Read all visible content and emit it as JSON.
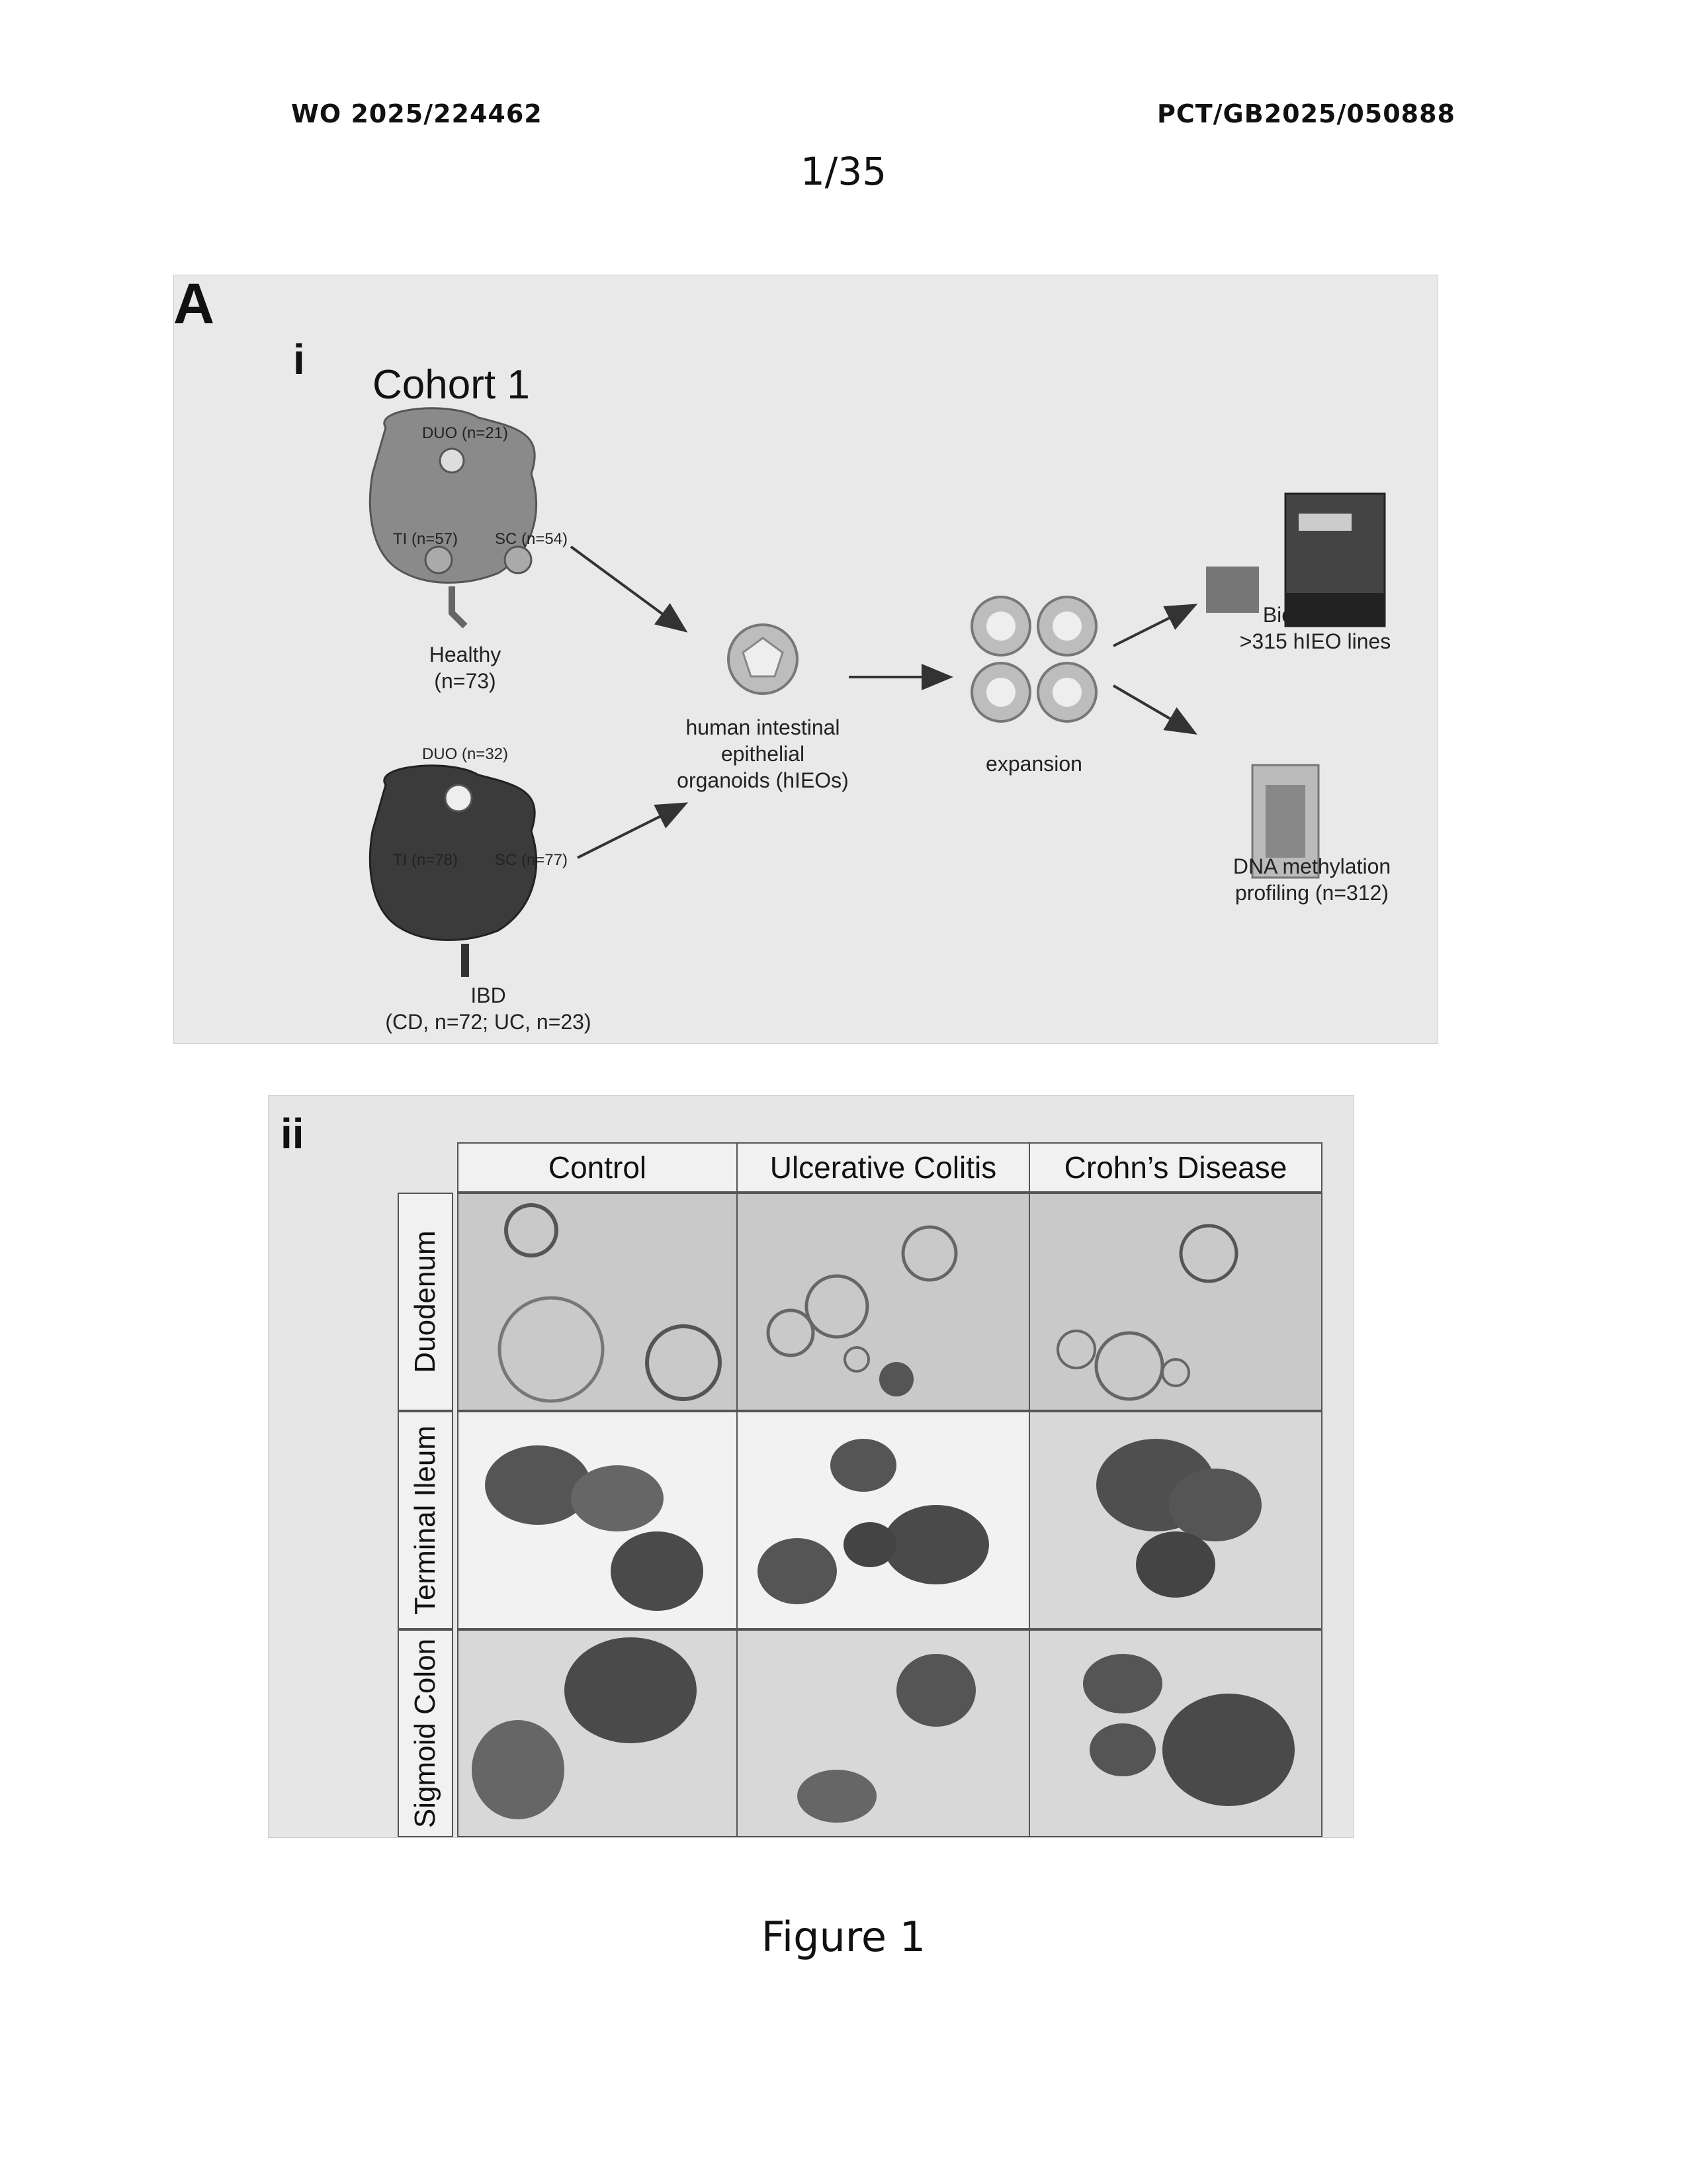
{
  "header": {
    "left": "WO 2025/224462",
    "right": "PCT/GB2025/050888",
    "page": "1/35"
  },
  "figure": {
    "letter": "A",
    "caption": "Figure 1",
    "panel_i": {
      "label": "i",
      "title": "Cohort 1",
      "healthy": {
        "duo": "DUO (n=21)",
        "ti": "TI (n=57)",
        "sc": "SC (n=54)",
        "name": "Healthy",
        "n": "(n=73)"
      },
      "ibd": {
        "duo": "DUO (n=32)",
        "ti": "TI (n=78)",
        "sc": "SC (n=77)",
        "name": "IBD",
        "n": "(CD, n=72; UC, n=23)"
      },
      "organoid_line1": "human intestinal",
      "organoid_line2": "epithelial",
      "organoid_line3": "organoids (hIEOs)",
      "expansion": "expansion",
      "biobank_line1": "Biobanking",
      "biobank_line2": ">315 hIEO lines",
      "dna_line1": "DNA methylation",
      "dna_line2": "profiling (n=312)"
    },
    "panel_ii": {
      "label": "ii",
      "columns": [
        "Control",
        "Ulcerative Colitis",
        "Crohn’s Disease"
      ],
      "rows": [
        "Duodenum",
        "Terminal Ileum",
        "Sigmoid Colon"
      ]
    }
  }
}
